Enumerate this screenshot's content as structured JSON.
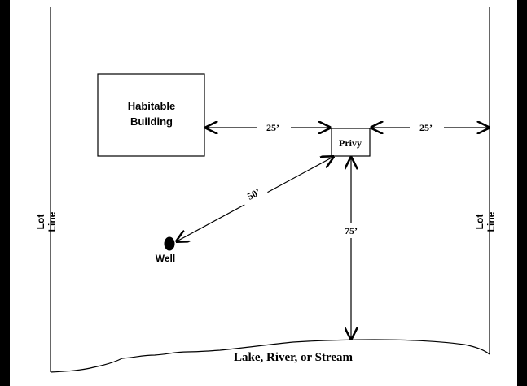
{
  "diagram": {
    "building_label_line1": "Habitable",
    "building_label_line2": "Building",
    "privy_label": "Privy",
    "well_label": "Well",
    "lot_line_left_1": "Lot",
    "lot_line_left_2": "Line",
    "lot_line_right_1": "Lot",
    "lot_line_right_2": "Line",
    "dist_building_privy": "25’",
    "dist_privy_lotline": "25’",
    "dist_privy_well": "50’",
    "dist_privy_water": "75’",
    "water_label": "Lake, River, or Stream"
  },
  "colors": {
    "ink": "#000000",
    "paper": "#ffffff"
  }
}
